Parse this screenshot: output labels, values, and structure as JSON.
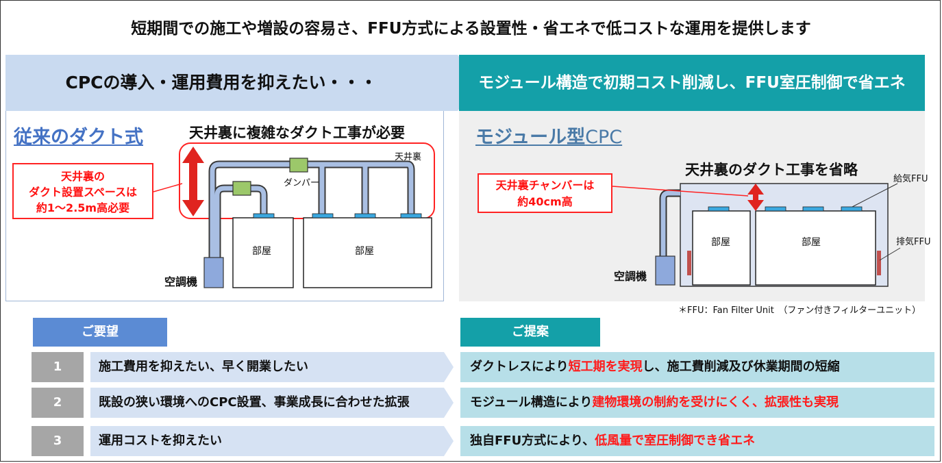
{
  "headline": "短期間での施工や増設の容易さ、FFU方式による設置性・省エネで低コストな運用を提供します",
  "left_banner": "CPCの導入・運用費用を抑えたい・・・",
  "right_banner": "モジュール構造で初期コスト削減し、FFU室圧制御で省エネ",
  "left_diagram": {
    "section_title": "従来のダクト式",
    "title": "天井裏に複雑なダクト工事が必要",
    "ceiling_label": "天井裏",
    "damper_label": "ダンパー",
    "callout_lines": [
      "天井裏の",
      "ダクト設置スペースは",
      "約1～2.5m高必要"
    ],
    "room1": "部屋",
    "room2": "部屋",
    "ac_label": "空調機"
  },
  "right_diagram": {
    "section_title_bold": "モジュール型",
    "section_title_rest": "CPC",
    "title": "天井裏のダクト工事を省略",
    "callout_lines": [
      "天井裏チャンバーは",
      "約40cm高"
    ],
    "supply_ffu": "給気FFU",
    "exhaust_ffu": "排気FFU",
    "room1": "部屋",
    "room2": "部屋",
    "ac_label": "空調機",
    "note": "＊FFU：Fan Filter Unit　（ファン付きフィルターユニット）"
  },
  "requests": {
    "tag": "ご要望",
    "items": [
      {
        "num": "1",
        "text": "施工費用を抑えたい、早く開業したい"
      },
      {
        "num": "2",
        "text": "既設の狭い環境へのCPC設置、事業成長に合わせた拡張"
      },
      {
        "num": "3",
        "text": "運用コストを抑えたい"
      }
    ]
  },
  "proposals": {
    "tag": "ご提案",
    "items": [
      {
        "pre": "ダクトレスにより",
        "hl": "短工期を実現",
        "post": "し、施工費削減及び休業期間の短縮"
      },
      {
        "pre": "モジュール構造により",
        "hl": "建物環境の制約を受けにくく、拡張性も実現",
        "post": ""
      },
      {
        "pre": "独自FFU方式により、",
        "hl": "低風量で室圧制御でき省エネ",
        "post": ""
      }
    ]
  },
  "colors": {
    "accent_teal": "#14a0a8",
    "accent_blue": "#5b8bd4",
    "banner_light_blue": "#c9daf0",
    "highlight_red": "#ff1a1a"
  }
}
